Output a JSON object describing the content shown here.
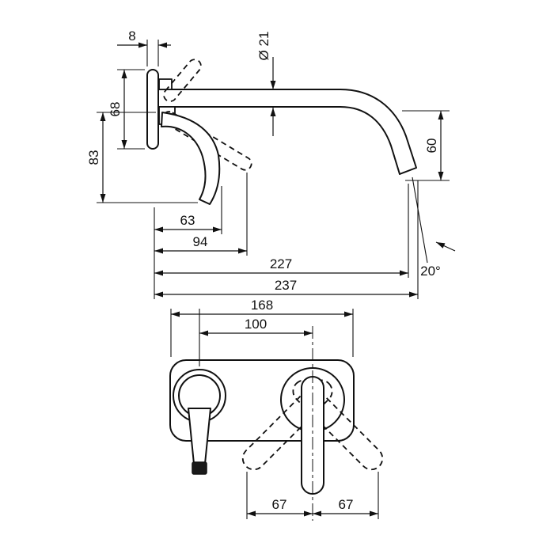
{
  "drawing": {
    "subject": "wall-mounted single-lever basin mixer technical dimension drawing",
    "side_view": {
      "plate_thickness": "8",
      "dim_68": "68",
      "dim_83": "83",
      "spout_diameter": "Ø 21",
      "dim_60": "60",
      "dim_63": "63",
      "dim_94": "94",
      "dim_227": "227",
      "dim_237": "237",
      "angle": "20°"
    },
    "front_view": {
      "dim_168": "168",
      "dim_100": "100",
      "dim_67_left": "67",
      "dim_67_right": "67"
    }
  }
}
